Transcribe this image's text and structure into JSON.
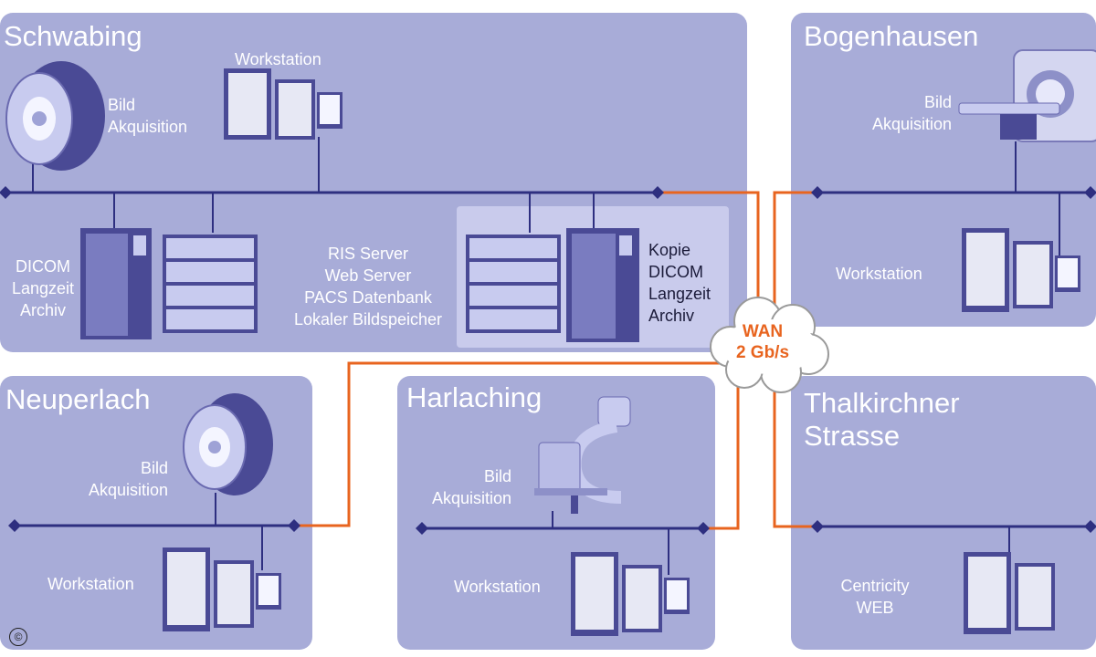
{
  "sites": {
    "schwabing": {
      "title": "Schwabing",
      "acq_label": "Bild\nAkquisition",
      "workstation_label": "Workstation",
      "archive_label": "DICOM\nLangzeit\nArchiv",
      "server_label": "RIS Server\nWeb Server\nPACS Datenbank\nLokaler Bildspeicher",
      "copy_archive_label": "Kopie\nDICOM\nLangzeit\nArchiv"
    },
    "bogenhausen": {
      "title": "Bogenhausen",
      "acq_label": "Bild\nAkquisition",
      "workstation_label": "Workstation"
    },
    "neuperlach": {
      "title": "Neuperlach",
      "acq_label": "Bild\nAkquisition",
      "workstation_label": "Workstation"
    },
    "harlaching": {
      "title": "Harlaching",
      "acq_label": "Bild\nAkquisition",
      "workstation_label": "Workstation"
    },
    "thalkirchner": {
      "title": "Thalkirchner\nStrasse",
      "centricity_label": "Centricity\nWEB"
    }
  },
  "wan": {
    "label": "WAN\n2 Gb/s"
  },
  "copyright": "©",
  "colors": {
    "panel": "#a8acd8",
    "bus": "#2e2f80",
    "wan_line": "#e8641f",
    "device_dark": "#4a4a95",
    "device_light": "#c8cbef"
  }
}
